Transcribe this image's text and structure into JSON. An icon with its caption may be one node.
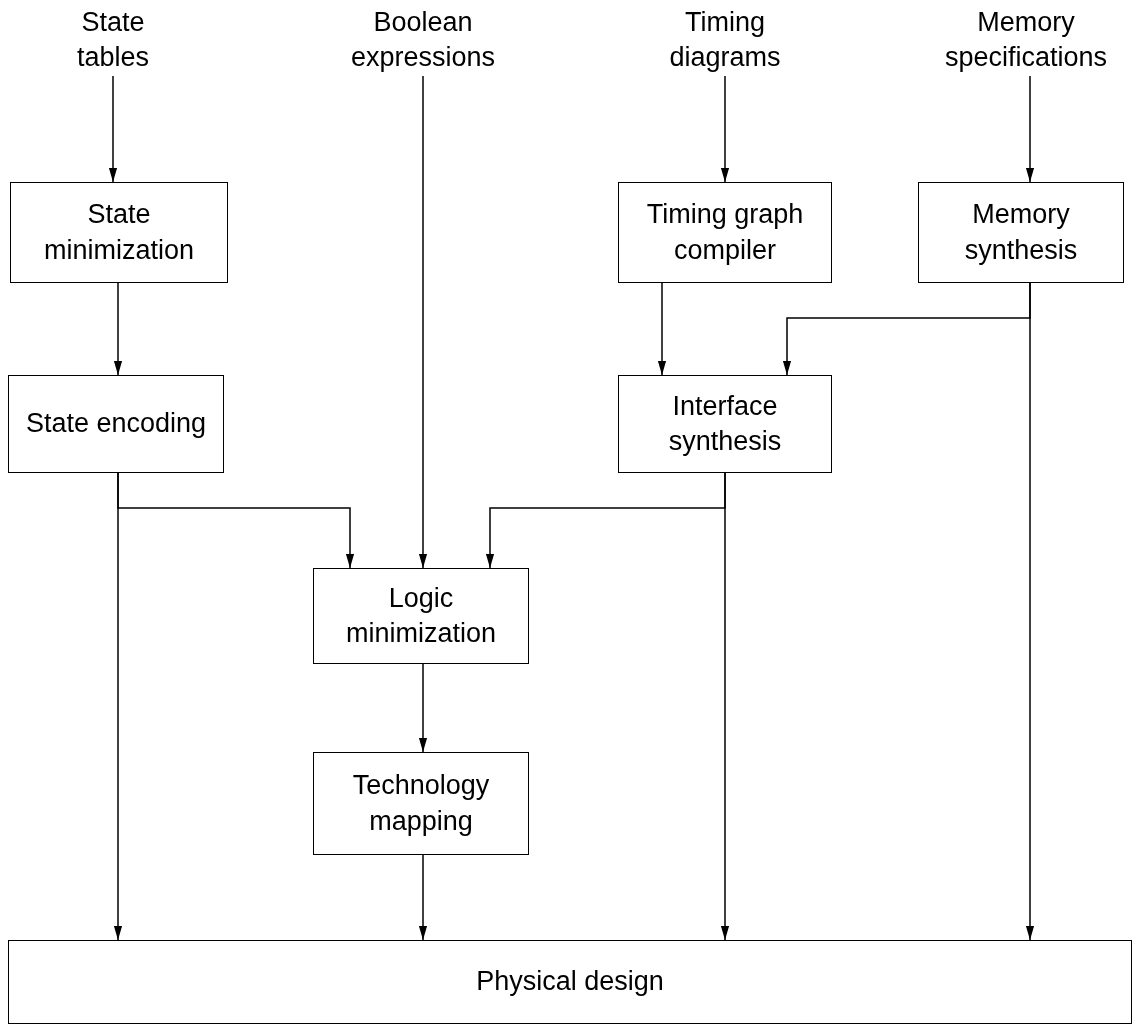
{
  "diagram": {
    "nodes": [
      {
        "text": [
          "State tables"
        ]
      },
      {
        "text": [
          "Boolean expressions"
        ]
      },
      {
        "text": [
          "Timing diagrams"
        ]
      },
      {
        "text": [
          "Memory specifications"
        ]
      },
      {
        "text": [
          "State minimization"
        ]
      },
      {
        "text": [
          "Timing graph compiler"
        ]
      },
      {
        "text": [
          "Memory synthesis"
        ]
      },
      {
        "text": [
          "State encoding"
        ]
      },
      {
        "text": [
          "Interface synthesis"
        ]
      },
      {
        "text": [
          "Logic minimization"
        ]
      },
      {
        "text": [
          "Technology mapping"
        ]
      },
      {
        "text": [
          "Physical design"
        ]
      }
    ],
    "edges": [
      {
        "from": 0,
        "to": 4,
        "arrow": "to"
      },
      {
        "from": 1,
        "to": 9,
        "arrow": "to"
      },
      {
        "from": 2,
        "to": 5,
        "arrow": "to"
      },
      {
        "from": 3,
        "to": 6,
        "arrow": "to"
      },
      {
        "from": 4,
        "to": 7,
        "arrow": "to"
      },
      {
        "from": 5,
        "to": 8,
        "arrow": "to"
      },
      {
        "from": 6,
        "to": 8,
        "arrow": "to"
      },
      {
        "from": 6,
        "to": 11,
        "arrow": "to"
      },
      {
        "from": 7,
        "to": 9,
        "arrow": "to"
      },
      {
        "from": 7,
        "to": 11,
        "arrow": "to"
      },
      {
        "from": 8,
        "to": 9,
        "arrow": "to"
      },
      {
        "from": 8,
        "to": 11,
        "arrow": "to"
      },
      {
        "from": 9,
        "to": 10,
        "arrow": "to"
      },
      {
        "from": 10,
        "to": 11,
        "arrow": "to"
      }
    ]
  }
}
